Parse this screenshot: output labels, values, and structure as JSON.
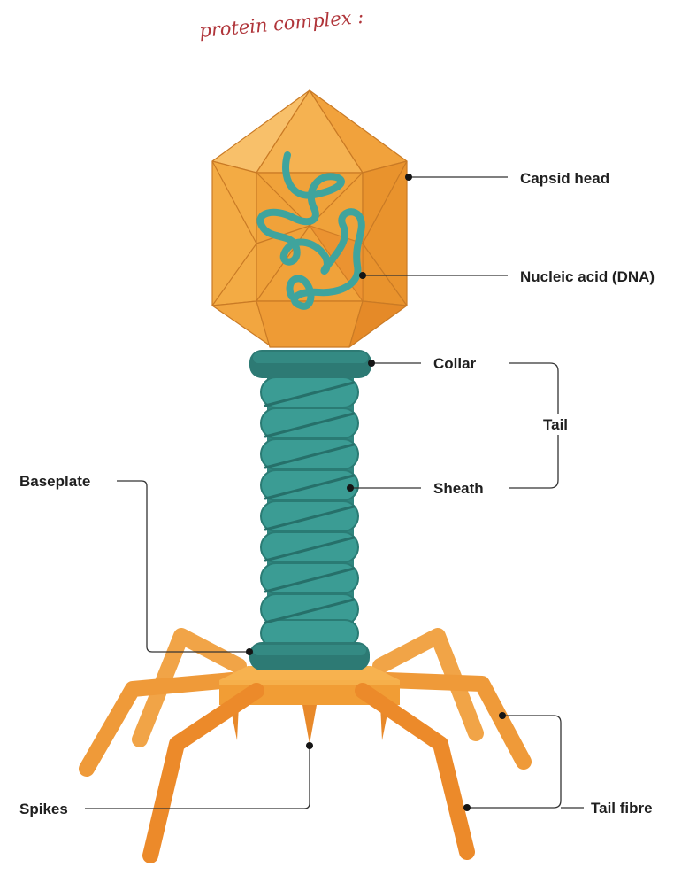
{
  "annotation": {
    "handwritten_note": "protein complex :"
  },
  "labels": {
    "capsid_head": "Capsid head",
    "nucleic_acid": "Nucleic acid (DNA)",
    "collar": "Collar",
    "tail": "Tail",
    "sheath": "Sheath",
    "baseplate": "Baseplate",
    "spikes": "Spikes",
    "tail_fibre": "Tail fibre"
  },
  "colors": {
    "capsid_orange": "#f2a53a",
    "capsid_dark": "#e58a28",
    "dna_teal": "#3fa49d",
    "sheath_teal": "#3b9c94",
    "collar_teal": "#2d7a74",
    "fibre_orange": "#ee8f2e"
  }
}
